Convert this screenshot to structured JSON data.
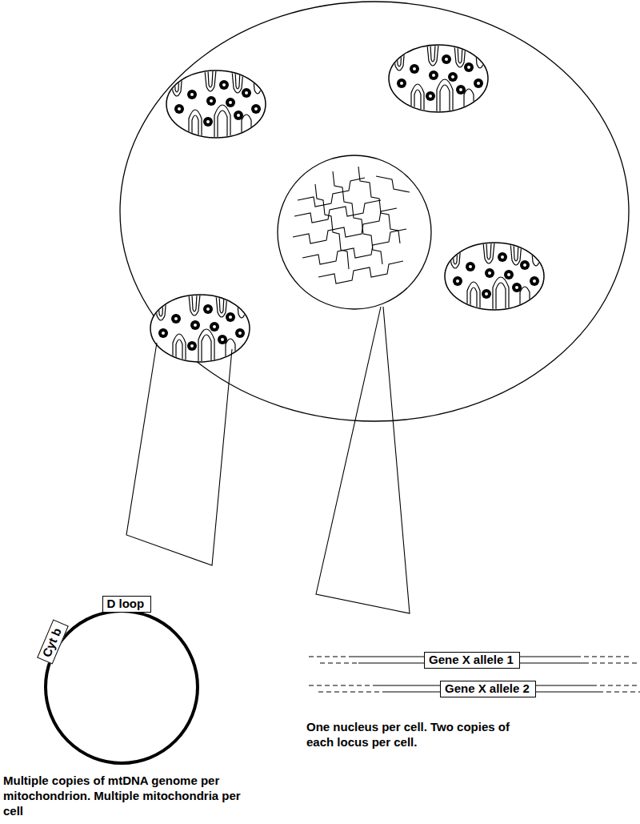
{
  "diagram": {
    "nodes": [
      {
        "text": [
          "D loop"
        ]
      },
      {
        "text": [
          "Cyt b"
        ]
      },
      {
        "text": [
          "Gene X allele 1"
        ]
      },
      {
        "text": [
          "Gene X allele 2"
        ]
      }
    ],
    "labels": [
      "One nucleus per cell. Two copies of each locus per cell.",
      "Multiple copies of mtDNA genome per mitochondrion. Multiple mitochondria per cell"
    ]
  }
}
